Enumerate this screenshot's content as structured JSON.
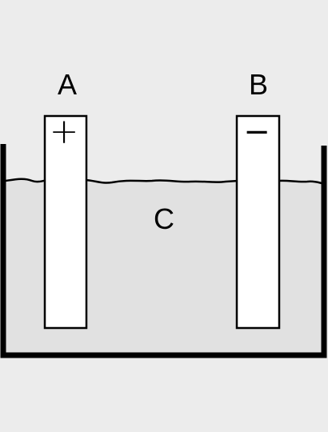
{
  "labels": {
    "electrode_a": "A",
    "electrode_b": "B",
    "solution": "C"
  },
  "signs": {
    "electrode_a": "+",
    "electrode_b": "−"
  },
  "colors": {
    "background": "#ececec",
    "solution": "#e1e1e1",
    "electrode": "#ffffff",
    "stroke": "#000000"
  }
}
